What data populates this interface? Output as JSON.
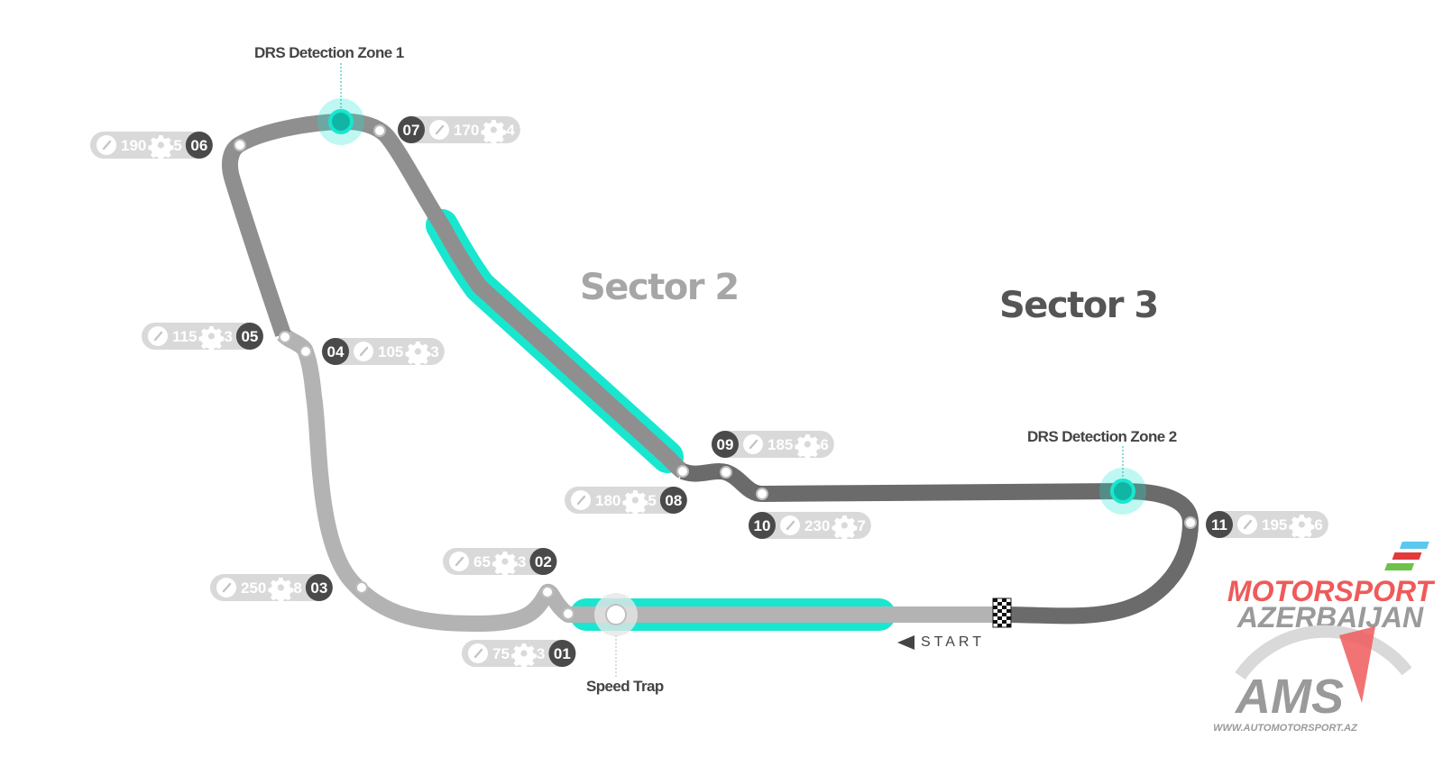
{
  "sectors": [
    {
      "label": "Sector 2",
      "color": "#a6a6a6"
    },
    {
      "label": "Sector 3",
      "color": "#555555"
    }
  ],
  "zones": {
    "drs1": "DRS Detection Zone 1",
    "drs2": "DRS Detection Zone 2",
    "speed_trap": "Speed Trap",
    "start": "START"
  },
  "colors": {
    "drs_highlight": "#19e6cf",
    "sector1_track": "#b3b3b3",
    "sector2_track": "#8f8f8f",
    "sector3_track": "#6b6b6b",
    "badge_dark": "#4a4a4a",
    "pill_bg": "#d9d9d9"
  },
  "icons": {
    "speed": "speedometer-icon",
    "gear": "gear-icon",
    "finish": "checkered-flag-icon",
    "start": "start-arrow-icon"
  },
  "corners": [
    {
      "num": "01",
      "speed": "75",
      "gear": "3"
    },
    {
      "num": "02",
      "speed": "65",
      "gear": "3"
    },
    {
      "num": "03",
      "speed": "250",
      "gear": "8"
    },
    {
      "num": "04",
      "speed": "105",
      "gear": "3"
    },
    {
      "num": "05",
      "speed": "115",
      "gear": "3"
    },
    {
      "num": "06",
      "speed": "190",
      "gear": "5"
    },
    {
      "num": "07",
      "speed": "170",
      "gear": "4"
    },
    {
      "num": "08",
      "speed": "180",
      "gear": "5"
    },
    {
      "num": "09",
      "speed": "185",
      "gear": "6"
    },
    {
      "num": "10",
      "speed": "230",
      "gear": "7"
    },
    {
      "num": "11",
      "speed": "195",
      "gear": "6"
    }
  ],
  "logo": {
    "line1": "MOTORSPORT",
    "line2": "AZERBAIJAN",
    "mark": "AMS",
    "url": "WWW.AUTOMOTORSPORT.AZ"
  }
}
